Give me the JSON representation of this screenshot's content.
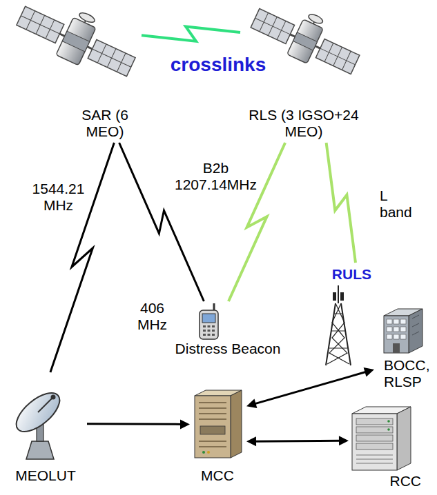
{
  "diagram": {
    "nodes": [
      {
        "text": [
          "SAR (6 MEO)"
        ]
      },
      {
        "text": [
          "RLS (3 IGSO+24 MEO)"
        ]
      },
      {
        "text": [
          "Distress Beacon"
        ]
      },
      {
        "text": [
          "RULS"
        ]
      },
      {
        "text": [
          "BOCC, RLSP"
        ]
      },
      {
        "text": [
          "MEOLUT"
        ]
      },
      {
        "text": [
          "MCC"
        ]
      },
      {
        "text": [
          "RCC"
        ]
      }
    ],
    "edges": [
      {
        "from": 0,
        "to": 1,
        "label": "crosslinks",
        "arrow": "none"
      },
      {
        "from": 0,
        "to": 5,
        "label": "1544.21 MHz",
        "arrow": "none"
      },
      {
        "from": 0,
        "to": 2,
        "label": "406 MHz",
        "arrow": "none"
      },
      {
        "from": 1,
        "to": 2,
        "label": "B2b 1207.14MHz",
        "arrow": "none"
      },
      {
        "from": 1,
        "to": 3,
        "label": "L band",
        "arrow": "none"
      },
      {
        "from": 5,
        "to": 6,
        "arrow": "to"
      },
      {
        "from": 6,
        "to": 4,
        "arrow": "both"
      },
      {
        "from": 6,
        "to": 7,
        "arrow": "both"
      }
    ]
  }
}
